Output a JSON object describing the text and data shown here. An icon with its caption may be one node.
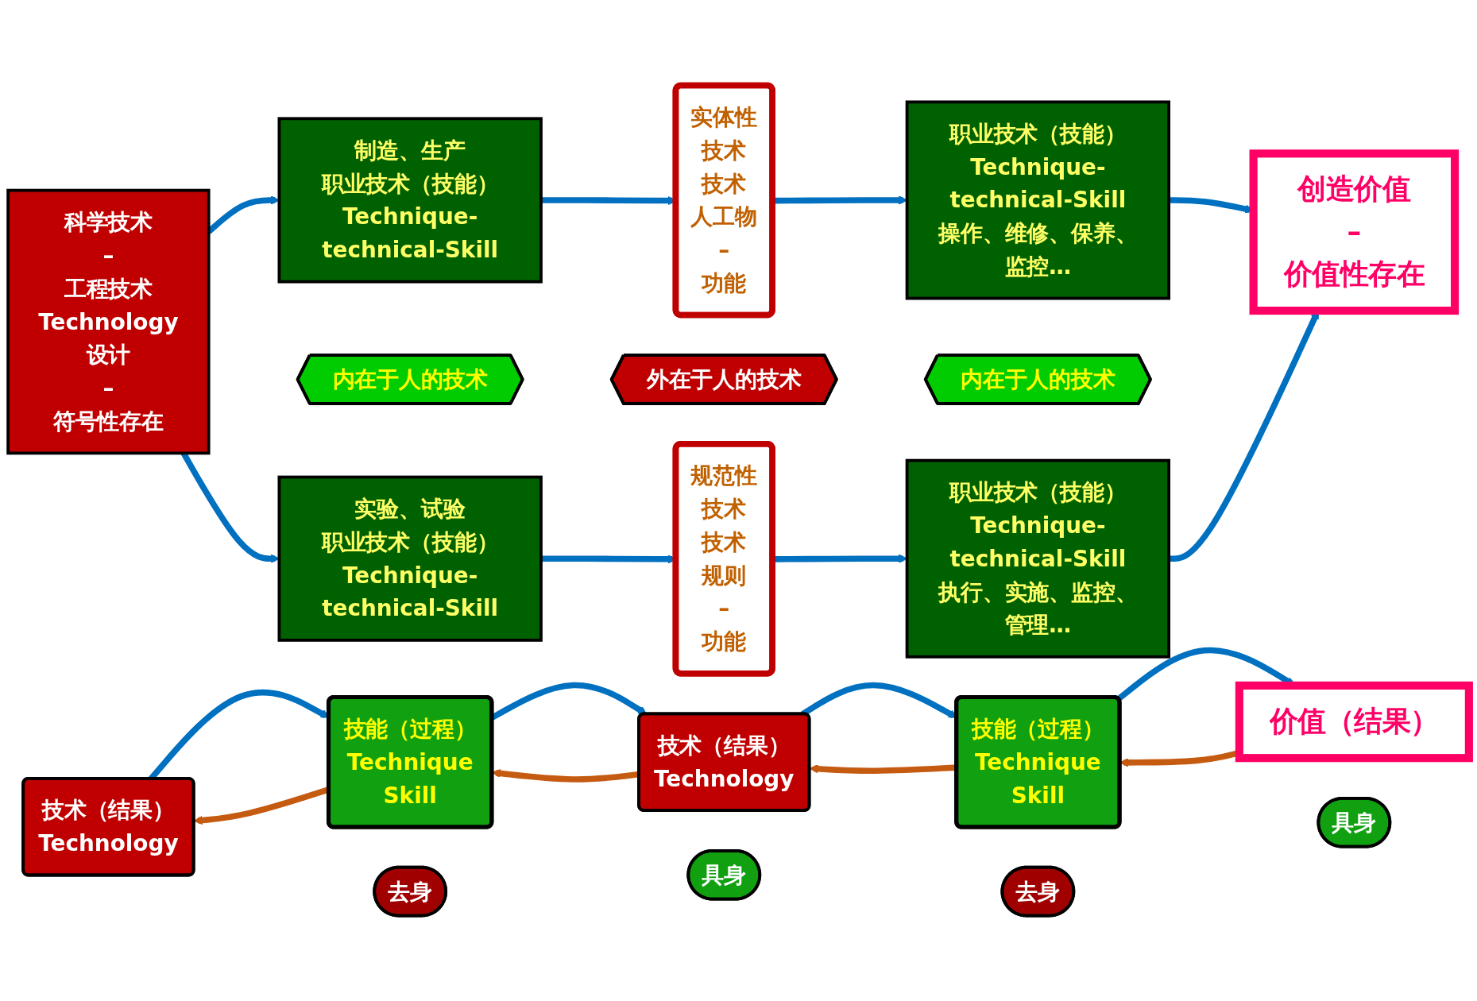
{
  "diagram": {
    "nodes": [
      {
        "text": [
          "科学技术",
          "–",
          "工程技术",
          "Technology",
          "设计",
          "–",
          "符号性存在"
        ]
      },
      {
        "text": [
          "制造、生产",
          "职业技术（技能）",
          "Technique-technical-Skill"
        ]
      },
      {
        "text": [
          "实体性",
          "技术",
          "技术",
          "人工物",
          "–",
          "功能"
        ]
      },
      {
        "text": [
          "职业技术（技能）",
          "Technique-technical-Skill",
          "操作、维修、保养、监控…"
        ]
      },
      {
        "text": [
          "创造价值",
          "–",
          "价值性存在"
        ]
      },
      {
        "text": [
          "内在于人的技术"
        ]
      },
      {
        "text": [
          "外在于人的技术"
        ]
      },
      {
        "text": [
          "内在于人的技术"
        ]
      },
      {
        "text": [
          "实验、试验",
          "职业技术（技能）",
          "Technique-technical-Skill"
        ]
      },
      {
        "text": [
          "规范性",
          "技术",
          "技术",
          "规则",
          "–",
          "功能"
        ]
      },
      {
        "text": [
          "职业技术（技能）",
          "Technique-technical-Skill",
          "执行、实施、监控、管理…"
        ]
      },
      {
        "text": [
          "技术（结果）",
          "Technology"
        ]
      },
      {
        "text": [
          "技能（过程）",
          "Technique",
          "Skill"
        ]
      },
      {
        "text": [
          "技术（结果）",
          "Technology"
        ]
      },
      {
        "text": [
          "技能（过程）",
          "Technique",
          "Skill"
        ]
      },
      {
        "text": [
          "价值（结果）"
        ]
      },
      {
        "text": [
          "去身"
        ]
      },
      {
        "text": [
          "具身"
        ]
      },
      {
        "text": [
          "去身"
        ]
      },
      {
        "text": [
          "具身"
        ]
      }
    ],
    "edges": [
      {
        "from": 0,
        "to": 1,
        "arrow": "to"
      },
      {
        "from": 0,
        "to": 8,
        "arrow": "to"
      },
      {
        "from": 1,
        "to": 2,
        "arrow": "to"
      },
      {
        "from": 2,
        "to": 3,
        "arrow": "to"
      },
      {
        "from": 3,
        "to": 4,
        "arrow": "to"
      },
      {
        "from": 8,
        "to": 9,
        "arrow": "to"
      },
      {
        "from": 9,
        "to": 10,
        "arrow": "to"
      },
      {
        "from": 10,
        "to": 4,
        "arrow": "to"
      },
      {
        "from": 11,
        "to": 12,
        "arrow": "to"
      },
      {
        "from": 12,
        "to": 11,
        "arrow": "to",
        "color": "#c55a11"
      },
      {
        "from": 12,
        "to": 13,
        "arrow": "to"
      },
      {
        "from": 13,
        "to": 12,
        "arrow": "to",
        "color": "#c55a11"
      },
      {
        "from": 13,
        "to": 14,
        "arrow": "to"
      },
      {
        "from": 14,
        "to": 13,
        "arrow": "to",
        "color": "#c55a11"
      },
      {
        "from": 14,
        "to": 15,
        "arrow": "to"
      },
      {
        "from": 15,
        "to": 14,
        "arrow": "to",
        "color": "#c55a11"
      }
    ]
  }
}
